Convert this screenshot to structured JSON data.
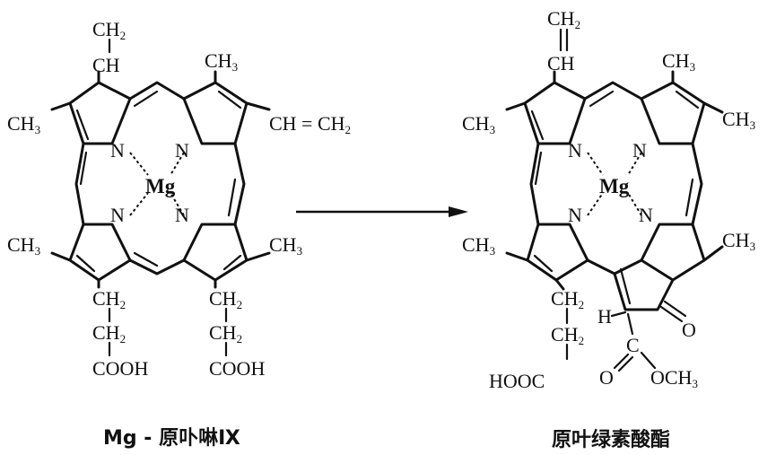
{
  "left_molecule": {
    "caption": "Mg - 原卟啉Ⅸ",
    "labels": {
      "vinyl_top_ch2": "CH",
      "vinyl_top_ch": "CH",
      "methyl_top": "CH",
      "methyl_left_top": "CH",
      "vinyl_right": "CH = CH",
      "methyl_left_bottom": "CH",
      "methyl_right_bottom": "CH",
      "n": "N",
      "mg": "Mg",
      "chain_left_1": "CH",
      "chain_left_2": "CH",
      "chain_right_1": "CH",
      "chain_right_2": "CH",
      "cooh_left": "COOH",
      "cooh_right": "COOH",
      "sub2": "2",
      "sub3": "3"
    }
  },
  "right_molecule": {
    "caption": "原叶绿素酸酯",
    "labels": {
      "vinyl_ch2": "CH",
      "vinyl_ch": "CH",
      "methyl_top": "CH",
      "methyl_left_top": "CH",
      "methyl_right_top": "CH",
      "methyl_left_bottom": "CH",
      "methyl_right_bottom": "CH",
      "n": "N",
      "mg": "Mg",
      "chain_1": "CH",
      "chain_2": "CH",
      "hooc": "HOOC",
      "h": "H",
      "c_ester": "C",
      "o_keto": "O",
      "o_ester": "O",
      "och3": "OCH",
      "sub2": "2",
      "sub3": "3"
    }
  }
}
